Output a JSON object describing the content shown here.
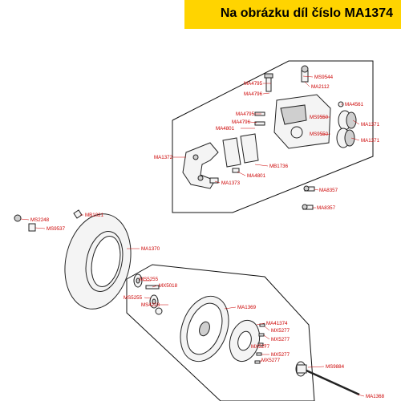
{
  "header": {
    "text": "Na obrázku díl číslo MA1374",
    "color": "#ffd400"
  },
  "label_color": "#cc0000",
  "labels": {
    "ms9544": "MS9544",
    "ma4795_a": "MA4795",
    "ma2112": "MA2112",
    "ma4796_a": "MA4796",
    "ma4561": "MA4561",
    "ma4795_b": "MA4795",
    "ms9550_a": "MS9550",
    "ma1371_a": "MA1371",
    "ma4796_b": "MA4796",
    "ma4801_a": "MA4801",
    "ms9550_b": "MS9550",
    "ma1371_b": "MA1371",
    "ma1372": "MA1372",
    "mb1736": "MB1736",
    "ma4801_b": "MA4801",
    "ma1373": "MA1373",
    "ma8357_a": "MA8357",
    "ma8357_b": "MA8357",
    "mb1021": "MB1021",
    "ms2248": "MS2248",
    "ms9537": "MS9537",
    "ma1370": "MA1370",
    "ms5255_a": "MS5255",
    "mx5018": "MX5018",
    "ms5255_b": "MS5255",
    "ms4223": "MS4223",
    "ma1369": "MA1369",
    "ma41374": "MA41374",
    "mx5277_a": "MX5277",
    "mx5277_b": "MX5277",
    "mx5277_c": "MX5277",
    "mx5277_d": "MX5277",
    "mx5277_e": "MX5277",
    "ms9884": "MS9884",
    "ma1368": "MA1368"
  }
}
